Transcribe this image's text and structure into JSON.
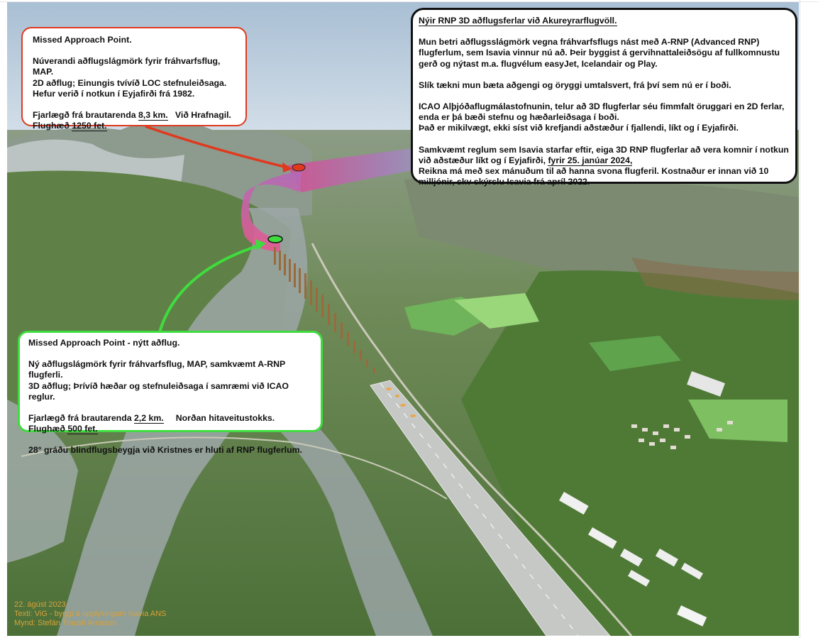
{
  "old_map_callout": {
    "title": "Missed Approach Point.",
    "line1": "Núverandi aðflugslágmörk fyrir fráhvarfsflug, MAP.",
    "line2": "2D aðflug; Einungis tvívíð LOC stefnuleiðsaga.",
    "line3": "Hefur verið í notkun í Eyjafirði frá 1982.",
    "distance_prefix": "Fjarlægð frá brautarenda",
    "distance_value": "8,3 km.",
    "distance_suffix": "Við Hrafnagil.",
    "altitude_prefix": "Flughæð",
    "altitude_value": "1250 fet."
  },
  "new_map_callout": {
    "title": "Missed Approach Point - nýtt aðflug.",
    "line1": "Ný aðflugslágmörk fyrir fráhvarfsflug, MAP, samkvæmt A-RNP flugferli.",
    "line2": "3D aðflug; Þrívíð hæðar og stefnuleiðsaga í samræmi við ICAO reglur.",
    "distance_prefix": "Fjarlægð frá brautarenda",
    "distance_value": "2,2 km.",
    "distance_suffix": "Norðan hitaveitustokks.",
    "altitude_prefix": "Flughæð",
    "altitude_value": "500 fet.",
    "turn_note": "28° gráðu blindflugsbeygja við Kristnes er hluti af RNP flugferlum."
  },
  "rnp_info": {
    "title": "Nýir RNP 3D aðflugsferlar við Akureyrarflugvöll.",
    "p1": "Mun betri aðflugsslágmörk vegna fráhvarfsflugs nást með A-RNP (Advanced RNP) flugferlum, sem Isavia vinnur nú að.  Þeir byggist á gervihnattaleiðsögu af fullkomnustu gerð og nýtast m.a. flugvélum easyJet, Icelandair og Play.",
    "p2": "Slík tækni mun bæta aðgengi og öryggi umtalsvert, frá því sem nú er í boði.",
    "p3a": "ICAO Alþjóðaflugmálastofnunin, telur að 3D flugferlar séu fimmfalt öruggari en 2D ferlar, enda er þá bæði stefnu og hæðarleiðsaga í boði.",
    "p3b": "Það er mikilvægt, ekki síst við krefjandi aðstæður í fjallendi, líkt og í Eyjafirði.",
    "p4a": "Samkvæmt reglum sem Isavia starfar eftir, eiga 3D RNP flugferlar að vera komnir í notkun við aðstæður líkt og í Eyjafirði, ",
    "p4_deadline": "fyrir 25. janúar 2024,",
    "p4b": "Reikna má með sex mánuðum til að hanna svona flugferil. Kostnaður er innan við 10 milljónir, skv skýrslu Isavia frá apríl 2022."
  },
  "credits": {
    "date": "22. ágúst 2023",
    "text": "Texti: ViG - byggt á upplýsingum Isavia ANS",
    "photo": "Mynd: Stefán Trausti Arnason"
  },
  "colors": {
    "old_map_red": "#e0391e",
    "new_map_green": "#3fdc3f",
    "path_cyan": "#6fd6c9",
    "path_magenta": "#d9579a",
    "credits_orange": "#d9a13a"
  }
}
